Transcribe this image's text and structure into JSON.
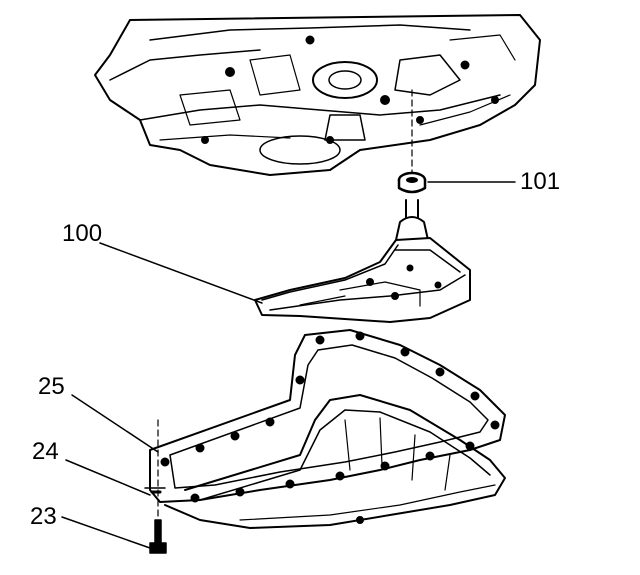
{
  "diagram": {
    "callouts": [
      {
        "id": "101",
        "label": "101"
      },
      {
        "id": "100",
        "label": "100"
      },
      {
        "id": "25",
        "label": "25"
      },
      {
        "id": "24",
        "label": "24"
      },
      {
        "id": "23",
        "label": "23"
      }
    ],
    "colors": {
      "ink": "#000000",
      "paper": "#ffffff"
    }
  }
}
